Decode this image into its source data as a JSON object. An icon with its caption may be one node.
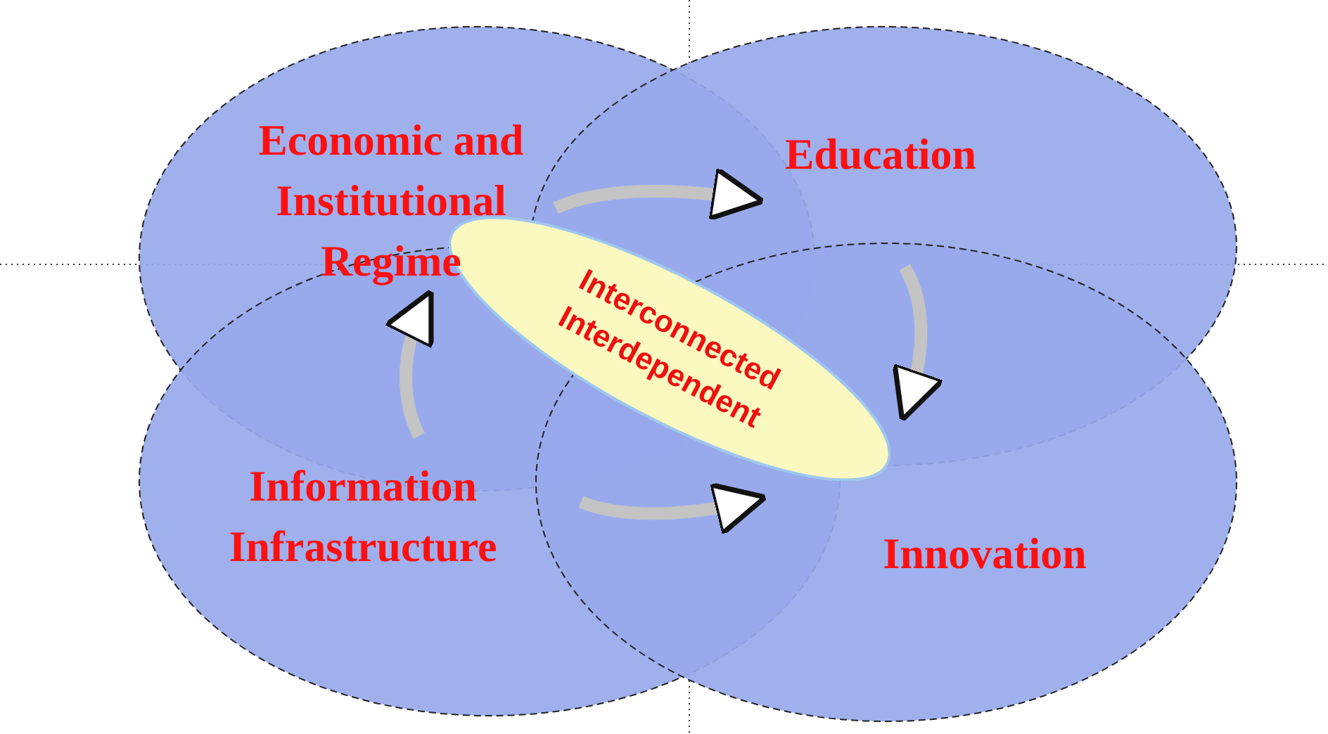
{
  "diagram": {
    "nodes": [
      {
        "text": [
          "Economic and Institutional Regime"
        ]
      },
      {
        "text": [
          "Education"
        ]
      },
      {
        "text": [
          "Information Infrastructure"
        ]
      },
      {
        "text": [
          "Innovation"
        ]
      },
      {
        "text": [
          "Interconnected",
          "Interdependent"
        ]
      }
    ],
    "edges": [
      {
        "from": 0,
        "to": 1,
        "arrow": "to"
      },
      {
        "from": 1,
        "to": 3,
        "arrow": "to"
      },
      {
        "from": 2,
        "to": 3,
        "arrow": "to"
      },
      {
        "from": 2,
        "to": 0,
        "arrow": "to"
      }
    ]
  }
}
